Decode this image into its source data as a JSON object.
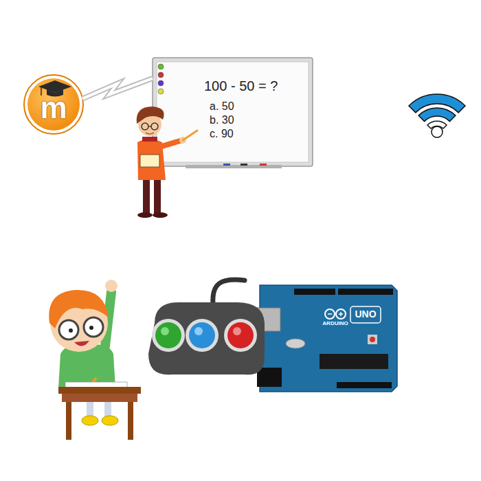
{
  "diagram": {
    "nodes": [
      {
        "text": [
          "m"
        ]
      },
      {
        "text": [
          "100 - 50 = ?",
          "a. 50",
          "b. 30",
          "c. 90"
        ]
      },
      {
        "text": [
          "ARDUINO",
          "UNO"
        ]
      }
    ],
    "edges": [
      {
        "from": 0,
        "to": 1,
        "arrow": "none"
      }
    ]
  }
}
